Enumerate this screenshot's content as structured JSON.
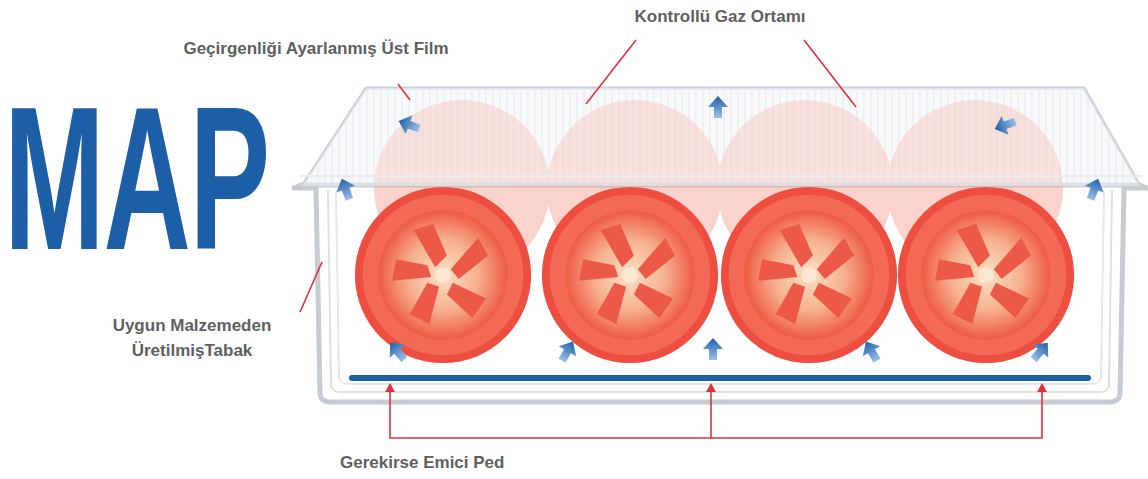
{
  "diagram": {
    "title": "MAP",
    "labels": [
      "Kontrollü Gaz Ortamı",
      "Geçirgenliği Ayarlanmış Üst Film",
      "Uygun Malzemeden ÜretilmişTabak",
      "Gerekirse Emici Ped"
    ]
  }
}
